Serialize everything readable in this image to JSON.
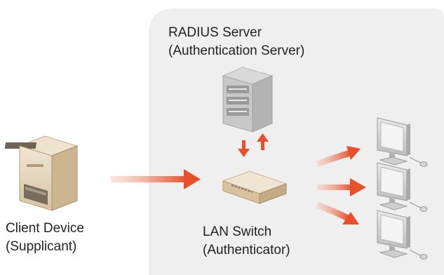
{
  "diagram": {
    "radius_server": {
      "line1": "RADIUS Server",
      "line2": "(Authentication Server)"
    },
    "lan_switch": {
      "line1": "LAN Switch",
      "line2": "(Authenticator)"
    },
    "client_device": {
      "line1": "Client Device",
      "line2": "(Supplicant)"
    },
    "colors": {
      "panel": "#efefef",
      "arrow": "#e8502b",
      "device_body": "#e6d6bd",
      "monitor": "#cfcfcf"
    },
    "icons": [
      "multifunction-printer-icon",
      "server-rack-icon",
      "network-switch-icon",
      "monitor-icon"
    ],
    "client_count": 3
  }
}
